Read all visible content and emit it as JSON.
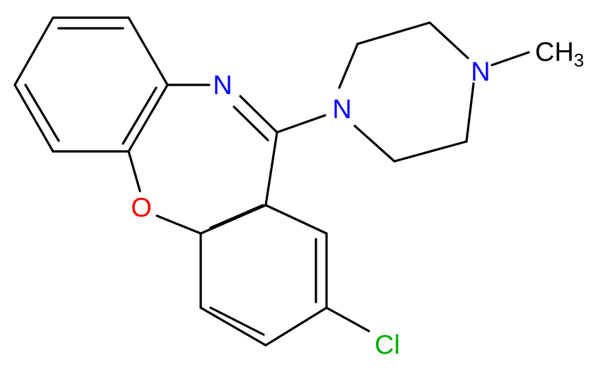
{
  "molecule": {
    "atoms": {
      "N_imine": {
        "text": "N",
        "color": "#0000ff"
      },
      "N_pip1": {
        "text": "N",
        "color": "#0000ff"
      },
      "N_pip4": {
        "text": "N",
        "color": "#0000ff"
      },
      "O": {
        "text": "O",
        "color": "#ff0000"
      },
      "Cl": {
        "text": "Cl",
        "color": "#00b000"
      },
      "CH3": {
        "text": "CH",
        "subscript": "3",
        "color": "#000000"
      }
    },
    "bond_color": "#000000"
  }
}
